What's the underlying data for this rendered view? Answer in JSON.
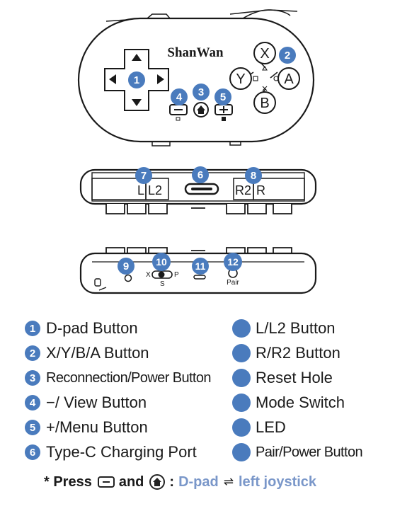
{
  "brand": "ShanWan",
  "face_buttons": {
    "x": "X",
    "y": "Y",
    "a": "A",
    "b": "B"
  },
  "shoulder_labels": {
    "l": "L",
    "l2": "L2",
    "r2": "R2",
    "r": "R"
  },
  "mode_switch": {
    "x": "X",
    "p": "P",
    "s": "S"
  },
  "pair_label": "Pair",
  "callouts": [
    "1",
    "2",
    "3",
    "4",
    "5",
    "6",
    "7",
    "8",
    "9",
    "10",
    "11",
    "12"
  ],
  "legend": {
    "left": [
      {
        "num": "1",
        "label": "D-pad Button"
      },
      {
        "num": "2",
        "label": "X/Y/B/A Button"
      },
      {
        "num": "3",
        "label": "Reconnection/Power Button"
      },
      {
        "num": "4",
        "label": "−/ View Button"
      },
      {
        "num": "5",
        "label": "+/Menu Button"
      },
      {
        "num": "6",
        "label": "Type-C Charging Port"
      }
    ],
    "right": [
      {
        "label": "L/L2 Button"
      },
      {
        "label": "R/R2 Button"
      },
      {
        "label": "Reset Hole"
      },
      {
        "label": "Mode Switch"
      },
      {
        "label": "LED"
      },
      {
        "label": "Pair/Power Button"
      }
    ]
  },
  "note": {
    "prefix": "* Press",
    "and": "and",
    "colon": ":",
    "dpad": "D-pad",
    "arrows": "⇌",
    "joystick": "left joystick"
  },
  "colors": {
    "callout_blue": "#4a7bbd",
    "note_blue": "#7a97c9",
    "line": "#1a1a1a"
  },
  "icons": [
    "up-arrow-icon",
    "down-arrow-icon",
    "left-arrow-icon",
    "right-arrow-icon",
    "home-icon",
    "minus-icon",
    "plus-icon",
    "usb-c-port-icon"
  ]
}
